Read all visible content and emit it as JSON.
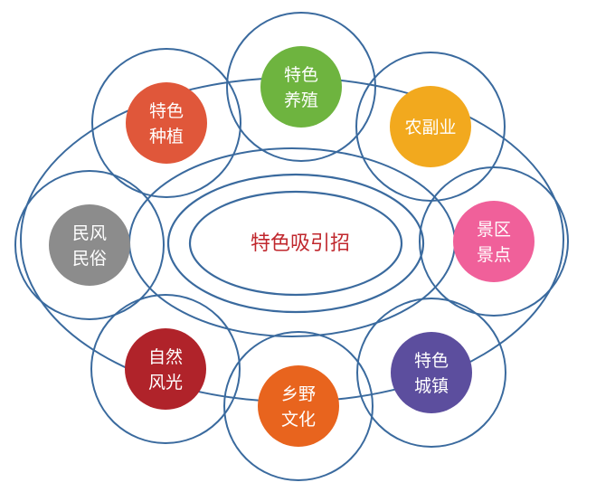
{
  "center": {
    "label": "特色吸引招",
    "color": "#C0272D"
  },
  "nodes": [
    {
      "id": "special-planting",
      "lines": [
        "特色",
        "种植"
      ],
      "color": "#E0573A"
    },
    {
      "id": "special-breeding",
      "lines": [
        "特色",
        "养殖"
      ],
      "color": "#6EB43F"
    },
    {
      "id": "agri-sideline",
      "lines": [
        "农副业"
      ],
      "color": "#F2A91E"
    },
    {
      "id": "scenic-spots",
      "lines": [
        "景区",
        "景点"
      ],
      "color": "#F0609A"
    },
    {
      "id": "special-towns",
      "lines": [
        "特色",
        "城镇"
      ],
      "color": "#5C4E9E"
    },
    {
      "id": "rural-culture",
      "lines": [
        "乡野",
        "文化"
      ],
      "color": "#E8641E"
    },
    {
      "id": "natural-scenery",
      "lines": [
        "自然",
        "风光"
      ],
      "color": "#B0232A"
    },
    {
      "id": "folk-customs",
      "lines": [
        "民风",
        "民俗"
      ],
      "color": "#8C8C8C"
    }
  ],
  "ring_color": "#3A6A9E"
}
